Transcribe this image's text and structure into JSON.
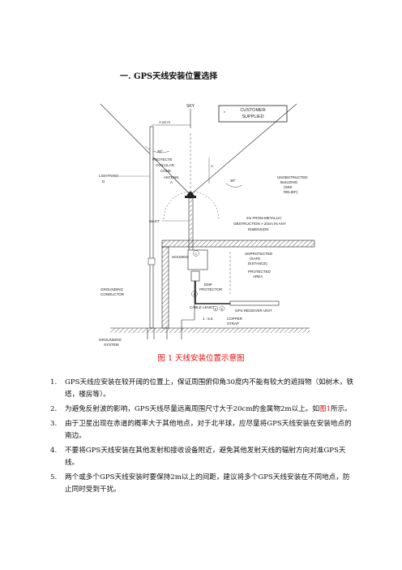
{
  "heading": "一. GPS天线安装位置选择",
  "figure": {
    "sky": "SKY",
    "customer_supplied_1": "CUSTOMER",
    "customer_supplied_2": "SUPPLIED",
    "dim_a": "A ≥2 m",
    "angle_30_left": "30°",
    "angle_30_right": "30°",
    "a_marker": "A",
    "protected_cone_1": "PROTECTE",
    "protected_cone_2": "CIRCULAR",
    "protected_cone_3": "CONE",
    "antenna_1": "ANTENN",
    "antenna_2": "A",
    "lightning_1": "LIGHTNING",
    "lightning_2": "D",
    "unobstructed_1": "UNOBSTRUCTED",
    "unobstructed_2": "BUILDING",
    "unobstructed_3": "(SEE",
    "unobstructed_4": "RELIEF)",
    "mast": "MAST",
    "metallic_1": "2m FROM METALLIC",
    "metallic_2": "OBSTRUCTION > 20cm IN ANY",
    "metallic_3": "DIMENSION",
    "housing": "HOUSING",
    "circle_c": "C",
    "unprotected_1": "UNPROTECTED",
    "unprotected_2": "(SAFE",
    "unprotected_3": "DISTANCE)",
    "protected_area_1": "PROTECTED",
    "protected_area_2": "AREA",
    "emp_1": "EMP",
    "emp_2": "PROTECTOR",
    "circle_f": "F",
    "grounding_conductor_1": "GROUNDING",
    "grounding_conductor_2": "CONDUCTOR",
    "cable_length": "CABLE LENGTH",
    "circle_d": "D",
    "circle_e": "E",
    "gps_receiver": "GPS RECEIVER UNIT",
    "ratio": "1 : 5.5",
    "copper_1": "COPPER",
    "copper_2": "STRAP",
    "grounding_system_1": "GROUNDING",
    "grounding_system_2": "SYSTEM"
  },
  "caption_prefix": "图",
  "caption_number": "1",
  "caption_text": " 天线安装位置示意图",
  "items": [
    {
      "num": "1.",
      "text": "GPS天线应安装在较开阔的位置上，保证周围俯仰角30度内不能有较大的遮挡物（如树木，铁塔，楼房等）。"
    },
    {
      "num": "2.",
      "text_before": "为避免反射波的影响，GPS天线尽量远离周围尺寸大于20cm的金属物2m以上。如",
      "ref": "图1",
      "text_after": "所示。"
    },
    {
      "num": "3.",
      "text": "由于卫星出现在赤道的概率大于其他地点，对于北半球，应尽量将GPS天线安装在安装地点的南边。"
    },
    {
      "num": "4.",
      "text": "不要将GPS天线安装在其他发射和接收设备附近，避免其他发射天线的辐射方向对准GPS天线。"
    },
    {
      "num": "5.",
      "text": "两个或多个GPS天线安装时要保持2m以上的间距，建议将多个GPS天线安装在不同地点，防止同时受到干扰。"
    }
  ]
}
